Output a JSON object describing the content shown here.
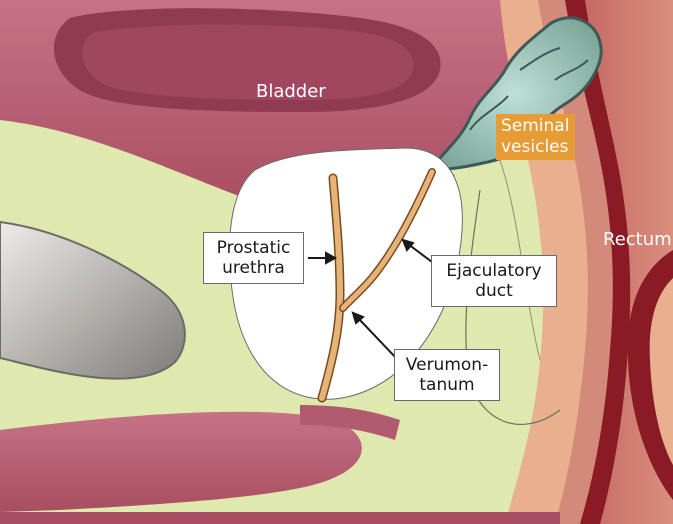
{
  "labels": {
    "bladder": "Bladder",
    "rectum": "Rectum",
    "seminal_vesicles": [
      "Seminal",
      "vesicles"
    ],
    "prostatic_urethra": [
      "Prostatic",
      "urethra"
    ],
    "ejaculatory_duct": [
      "Ejaculatory",
      "duct"
    ],
    "verumontanum": [
      "Verumon-",
      "tanum"
    ]
  },
  "colors": {
    "tissue_pink": "#bf6378",
    "background_green": "#dfe8ae",
    "prostate_white": "#ffffff",
    "duct_tan": "#d9a060",
    "seminal_label": "#e79b34",
    "rectum_dark": "#8a1b25",
    "border": "#6a6a6a"
  }
}
